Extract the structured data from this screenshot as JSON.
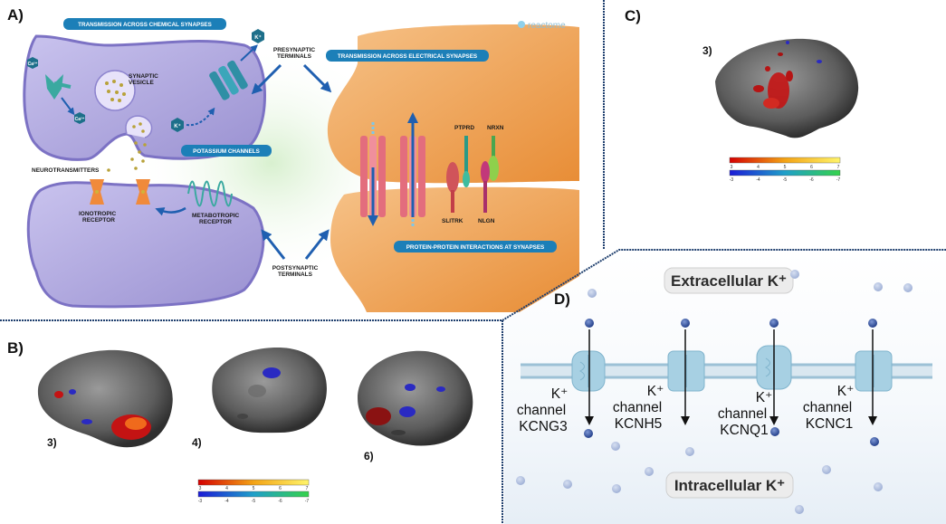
{
  "panels": {
    "a": "A)",
    "b": "B)",
    "c": "C)",
    "d": "D)"
  },
  "panel_a": {
    "brand": "reactome",
    "banner_chemical": "TRANSMISSION ACROSS CHEMICAL SYNAPSES",
    "banner_electrical": "TRANSMISSION ACROSS ELECTRICAL SYNAPSES",
    "banner_potassium": "POTASSIUM CHANNELS",
    "banner_protein": "PROTEIN-PROTEIN INTERACTIONS AT SYNAPSES",
    "presynaptic": [
      "PRESYNAPTIC",
      "TERMINALS"
    ],
    "postsynaptic": [
      "POSTSYNAPTIC",
      "TERMINALS"
    ],
    "synaptic_vesicle": [
      "SYNAPTIC",
      "VESICLE"
    ],
    "neurotransmitters": "NEUROTRANSMITTERS",
    "ionotropic": [
      "IONOTROPIC",
      "RECEPTOR"
    ],
    "metabotropic": [
      "METABOTROPIC",
      "RECEPTOR"
    ],
    "ca_top": "Ca²⁺",
    "ca_bottom": "Ca²⁺",
    "k_top": "K⁺",
    "k_mid": "K⁺",
    "ptprd": "PTPRD",
    "nrxn": "NRXN",
    "slitrk": "SLITRK",
    "nlgn": "NLGN"
  },
  "panel_b": {
    "labels": [
      "3)",
      "4)",
      "6)"
    ],
    "scale_top": [
      "3",
      "4",
      "5",
      "6",
      "7"
    ],
    "scale_bottom": [
      "-3",
      "-4",
      "-5",
      "-6",
      "-7"
    ]
  },
  "panel_c": {
    "label": "3)",
    "scale_top": [
      "3",
      "4",
      "5",
      "6",
      "7"
    ],
    "scale_bottom": [
      "-3",
      "-4",
      "-5",
      "-6",
      "-7"
    ]
  },
  "panel_d": {
    "extracellular": "Extracellular K⁺",
    "intracellular": "Intracellular K⁺",
    "channels": [
      {
        "k": "K⁺",
        "word": "channel",
        "gene": "KCNG3"
      },
      {
        "k": "K⁺",
        "word": "channel",
        "gene": "KCNH5"
      },
      {
        "k": "K⁺",
        "word": "channel",
        "gene": "KCNQ1"
      },
      {
        "k": "K⁺",
        "word": "channel",
        "gene": "KCNC1"
      }
    ]
  },
  "colors": {
    "divider": "#1f3f6e",
    "banner": "#1c7fb8",
    "presynaptic": "#a9a2da",
    "electrical": "#f0a65a",
    "membrane_d": "#b9d3e3",
    "channel_d": "#a7d0e3",
    "ion": "#2b4d96"
  }
}
